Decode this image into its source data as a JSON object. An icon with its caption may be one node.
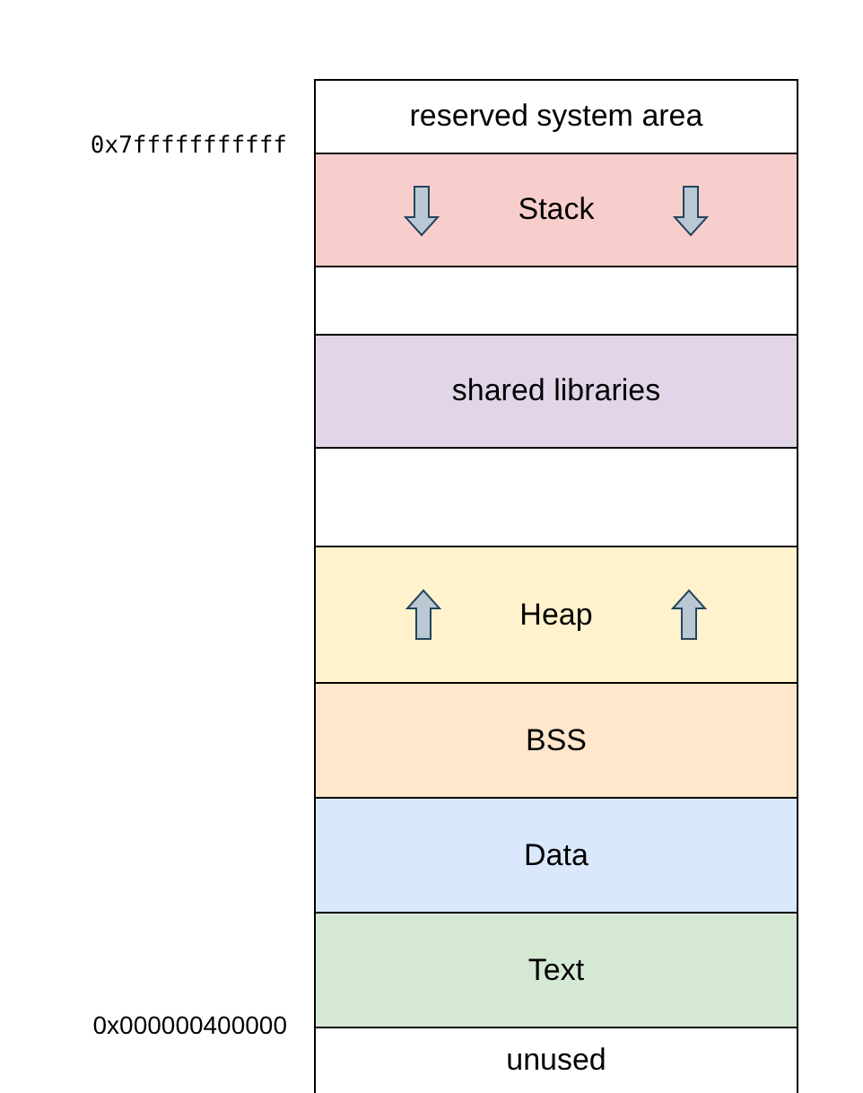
{
  "diagram": {
    "nodes": [
      {
        "text": [
          "reserved system area"
        ]
      },
      {
        "text": [
          "Stack"
        ]
      },
      {
        "text": [],
        "shape": "box"
      },
      {
        "text": [
          "shared libraries"
        ]
      },
      {
        "text": [],
        "shape": "box"
      },
      {
        "text": [
          "Heap"
        ]
      },
      {
        "text": [
          "BSS"
        ]
      },
      {
        "text": [
          "Data"
        ]
      },
      {
        "text": [
          "Text"
        ]
      },
      {
        "text": [
          "unused"
        ]
      }
    ],
    "labels": [
      "0x7fffffffffff",
      "0x000000400000"
    ]
  }
}
